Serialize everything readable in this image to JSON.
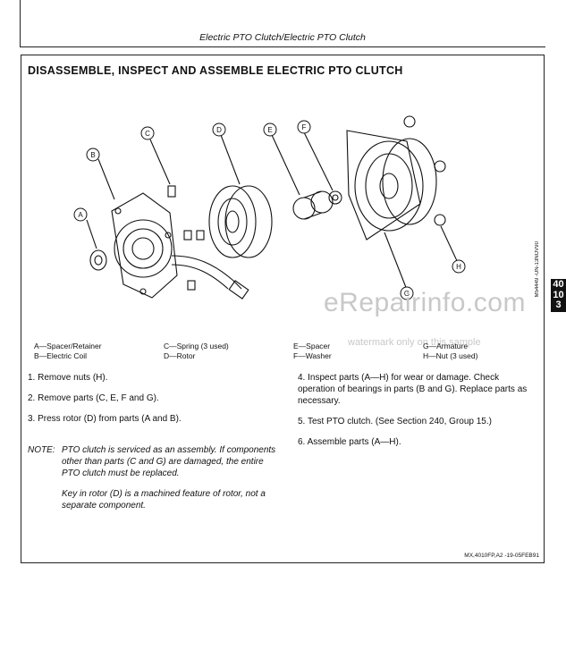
{
  "header": {
    "title": "Electric PTO Clutch/Electric PTO Clutch"
  },
  "section": {
    "title": "DISASSEMBLE, INSPECT AND ASSEMBLE ELECTRIC PTO CLUTCH"
  },
  "callouts": [
    "A",
    "B",
    "C",
    "D",
    "E",
    "F",
    "G",
    "H"
  ],
  "side_code": "M54449 -UN-13NOV90",
  "tabs": [
    "40",
    "10",
    "3"
  ],
  "watermark": {
    "main": "eRepairinfo.com",
    "sub": "watermark only on this sample"
  },
  "legend": [
    [
      "A—Spacer/Retainer",
      "B—Electric Coil"
    ],
    [
      "C—Spring (3 used)",
      "D—Rotor"
    ],
    [
      "E—Spacer",
      "F—Washer"
    ],
    [
      "G—Armature",
      "H—Nut (3 used)"
    ]
  ],
  "steps_left": [
    "1. Remove nuts (H).",
    "2. Remove parts (C, E, F and G).",
    "3. Press rotor (D) from parts (A and B)."
  ],
  "steps_right": [
    "4. Inspect parts (A—H) for wear or damage. Check operation of bearings in parts (B and G). Replace parts as necessary.",
    "5. Test PTO clutch. (See Section 240, Group 15.)",
    "6. Assemble parts (A—H)."
  ],
  "note": {
    "lead": "NOTE:",
    "p1": "PTO clutch is serviced as an assembly. If components other than parts (C and G) are damaged, the entire PTO clutch must be replaced.",
    "p2": "Key in rotor (D) is a machined feature of rotor, not a separate component."
  },
  "footer": {
    "code": "MX,4010FP,A2  -19-05FEB91"
  }
}
